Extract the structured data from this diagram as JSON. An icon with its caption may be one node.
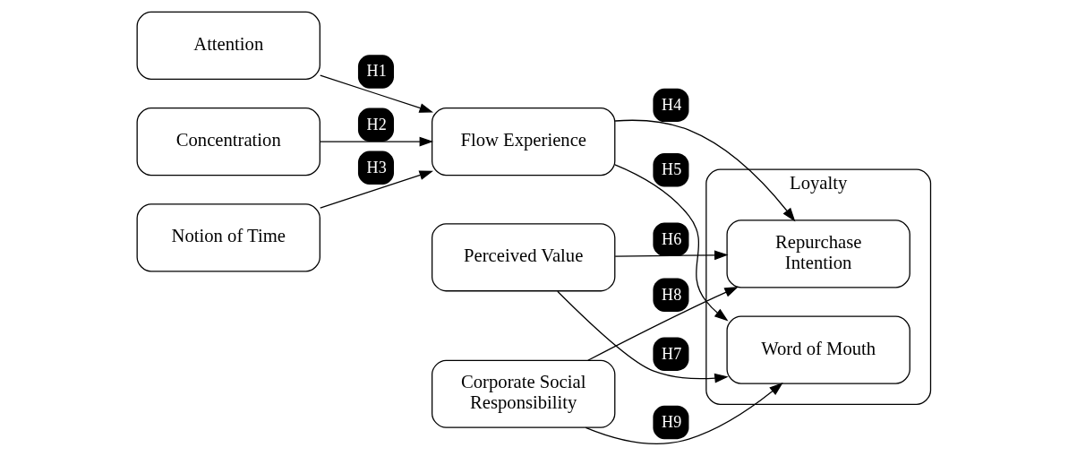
{
  "diagram": {
    "nodes": [
      {
        "text": [
          "Attention"
        ]
      },
      {
        "text": [
          "Concentration"
        ]
      },
      {
        "text": [
          "Notion of Time"
        ]
      },
      {
        "text": [
          "Flow Experience"
        ]
      },
      {
        "text": [
          "Perceived Value"
        ]
      },
      {
        "text": [
          "Corporate Social Responsibility"
        ]
      },
      {
        "text": [
          "Loyalty"
        ]
      },
      {
        "text": [
          "Repurchase Intention"
        ],
        "in": 6
      },
      {
        "text": [
          "Word of Mouth"
        ],
        "in": 6
      }
    ],
    "edges": [
      {
        "from": 0,
        "to": 3,
        "arrow": "to",
        "label": "H1"
      },
      {
        "from": 1,
        "to": 3,
        "arrow": "to",
        "label": "H2"
      },
      {
        "from": 2,
        "to": 3,
        "arrow": "to",
        "label": "H3"
      },
      {
        "from": 3,
        "to": 7,
        "arrow": "to",
        "label": "H4"
      },
      {
        "from": 3,
        "to": 8,
        "arrow": "to",
        "label": "H5"
      },
      {
        "from": 4,
        "to": 7,
        "arrow": "to",
        "label": "H6"
      },
      {
        "from": 4,
        "to": 8,
        "arrow": "to",
        "label": "H7"
      },
      {
        "from": 5,
        "to": 7,
        "arrow": "to",
        "label": "H8"
      },
      {
        "from": 5,
        "to": 8,
        "arrow": "to",
        "label": "H9"
      }
    ]
  }
}
